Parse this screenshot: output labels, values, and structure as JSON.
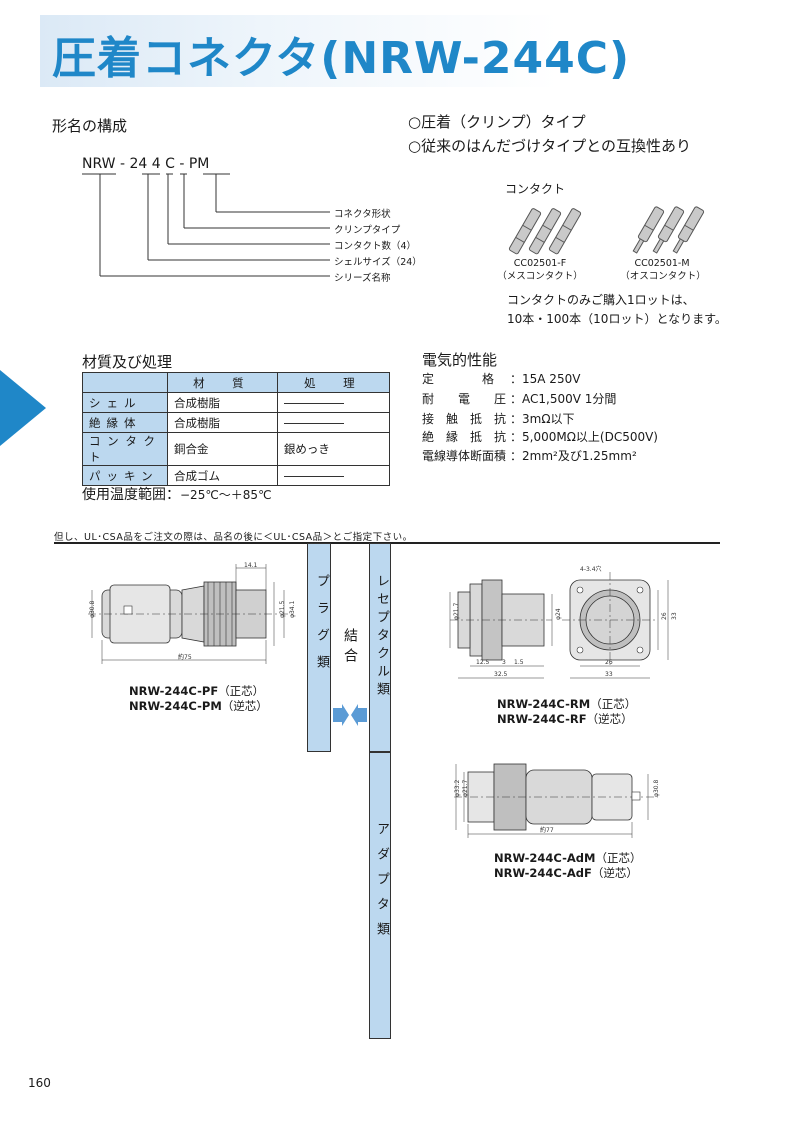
{
  "title": "圧着コネクタ(NRW-244C)",
  "features": [
    "○圧着（クリンプ）タイプ",
    "○従来のはんだづけタイプとの互換性あり"
  ],
  "model_section": {
    "heading": "形名の構成",
    "parts": [
      "NRW",
      "-",
      "24",
      "4",
      "C",
      "-",
      "PM"
    ],
    "labels": [
      "コネクタ形状",
      "クリンプタイプ",
      "コンタクト数（4）",
      "シェルサイズ（24）",
      "シリーズ名称"
    ]
  },
  "contact": {
    "heading": "コンタクト",
    "female_code": "CC02501-F",
    "female_name": "（メスコンタクト）",
    "male_code": "CC02501-M",
    "male_name": "（オスコンタクト）",
    "note_line1": "コンタクトのみご購入1ロットは、",
    "note_line2": "10本・100本（10ロット）となります。"
  },
  "materials": {
    "heading": "材質及び処理",
    "col_material": "材　質",
    "col_treatment": "処　理",
    "rows": [
      {
        "part": "シェル",
        "material": "合成樹脂",
        "treatment": ""
      },
      {
        "part": "絶縁体",
        "material": "合成樹脂",
        "treatment": ""
      },
      {
        "part": "コンタクト",
        "material": "銅合金",
        "treatment": "銀めっき"
      },
      {
        "part": "パッキン",
        "material": "合成ゴム",
        "treatment": ""
      }
    ],
    "temp_label": "使用温度範囲：",
    "temp_value": "−25℃～＋85℃"
  },
  "electrical": {
    "heading": "電気的性能",
    "rows": [
      {
        "label": "定　　　　格",
        "value": "15A 250V"
      },
      {
        "label": "耐　　電　　圧",
        "value": "AC1,500V 1分間"
      },
      {
        "label": "接　触　抵　抗",
        "value": "3mΩ以下"
      },
      {
        "label": "絶　縁　抵　抗",
        "value": "5,000MΩ以上(DC500V)"
      },
      {
        "label": "電線導体断面積",
        "value": "2mm²及び1.25mm²"
      }
    ]
  },
  "note": "但し、UL･CSA品をご注文の際は、品名の後に＜UL･CSA品＞とご指定下さい。",
  "categories": {
    "plug": "プラグ類",
    "mate": "結合",
    "receptacle": "レセプタクル類",
    "adapter": "アダプタ類"
  },
  "plug_codes": [
    {
      "code": "NRW-244C-PF",
      "suffix": "（正芯）"
    },
    {
      "code": "NRW-244C-PM",
      "suffix": "（逆芯）"
    }
  ],
  "receptacle_codes": [
    {
      "code": "NRW-244C-RM",
      "suffix": "（正芯）"
    },
    {
      "code": "NRW-244C-RF",
      "suffix": "（逆芯）"
    }
  ],
  "adapter_codes": [
    {
      "code": "NRW-244C-AdM",
      "suffix": "（正芯）"
    },
    {
      "code": "NRW-244C-AdF",
      "suffix": "（逆芯）"
    }
  ],
  "dims": {
    "plug": [
      "14.1",
      "φ30.8",
      "φ21.5",
      "φ34.1",
      "約75"
    ],
    "receptacle": [
      "4-3.4穴",
      "φ21.7",
      "φ24",
      "12.5",
      "3",
      "1.5",
      "32.5",
      "26",
      "33",
      "26",
      "33"
    ],
    "adapter": [
      "φ33.2",
      "φ21.7",
      "φ30.8",
      "約77"
    ]
  },
  "page_number": "160"
}
